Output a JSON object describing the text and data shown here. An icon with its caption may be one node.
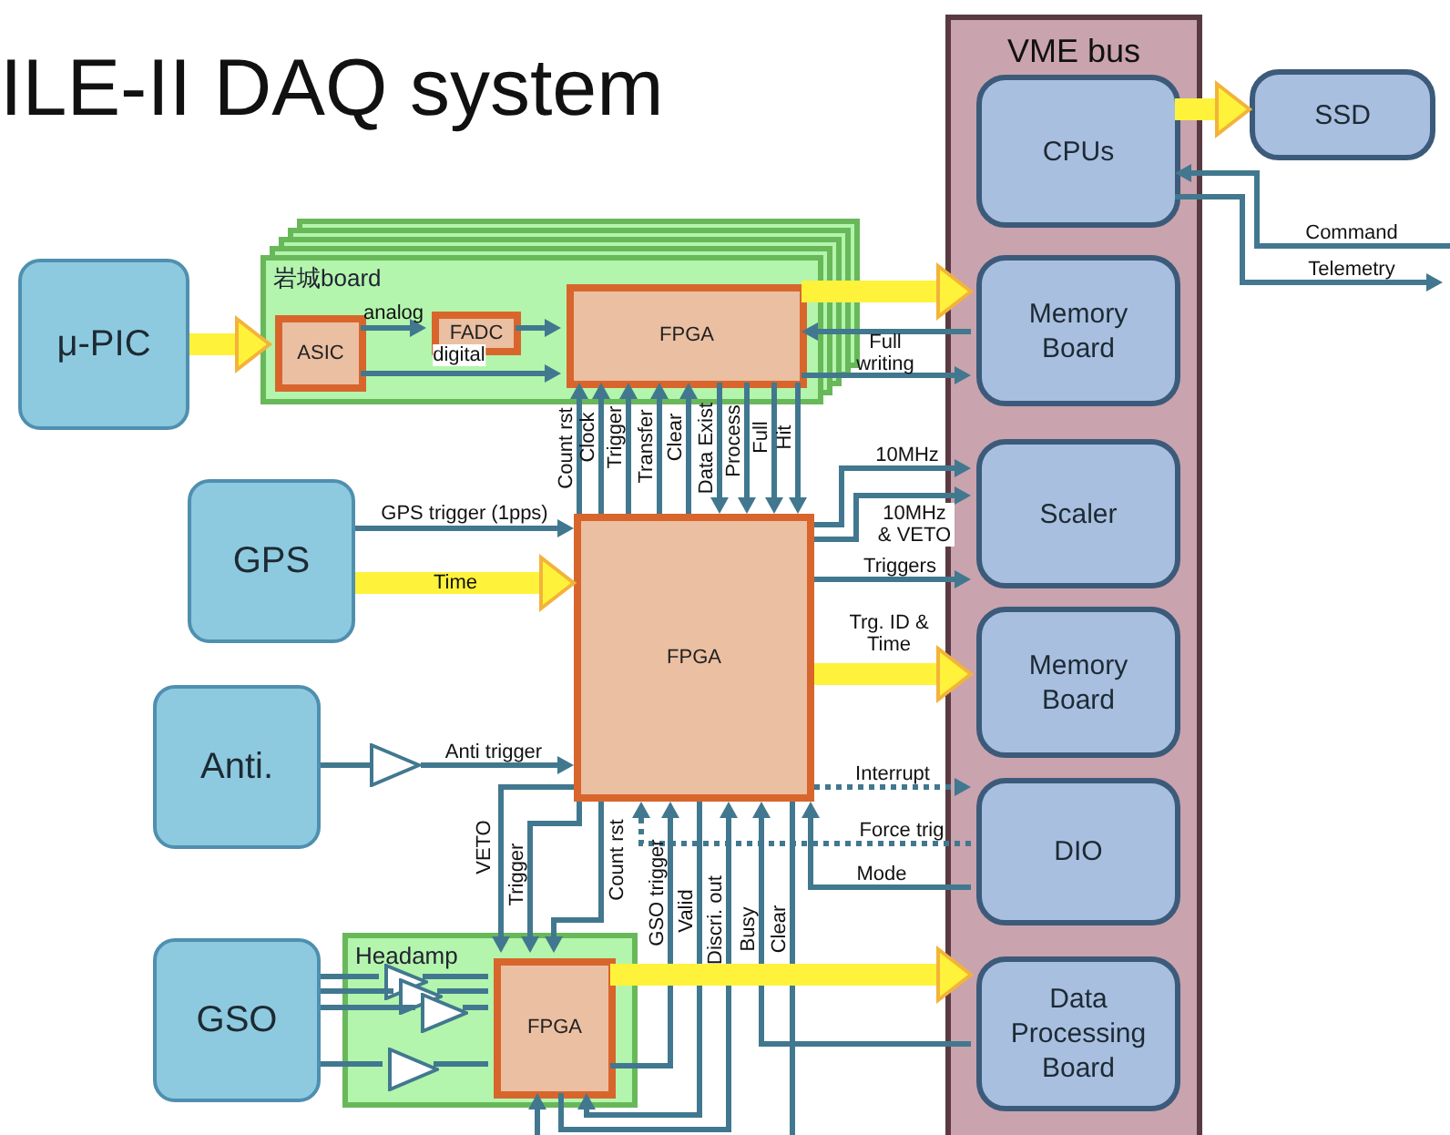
{
  "diagram": {
    "title": "ILE-II DAQ system",
    "nodes": [
      {
        "text": [
          "μ-PIC"
        ]
      },
      {
        "text": [
          "岩城board"
        ]
      },
      {
        "text": [
          "ASIC"
        ],
        "in": 1
      },
      {
        "text": [
          "FADC"
        ],
        "in": 1
      },
      {
        "text": [
          "FPGA"
        ],
        "in": 1
      },
      {
        "text": [
          "GPS"
        ]
      },
      {
        "text": [
          "FPGA"
        ]
      },
      {
        "text": [
          "Anti."
        ]
      },
      {
        "text": [
          "GSO"
        ]
      },
      {
        "text": [
          "Headamp"
        ]
      },
      {
        "text": [
          "FPGA"
        ],
        "in": 9
      },
      {
        "text": [
          "VME bus"
        ]
      },
      {
        "text": [
          "CPUs"
        ],
        "in": 11
      },
      {
        "text": [
          "Memory Board"
        ],
        "in": 11
      },
      {
        "text": [
          "Scaler"
        ],
        "in": 11
      },
      {
        "text": [
          "Memory Board"
        ],
        "in": 11
      },
      {
        "text": [
          "DIO"
        ],
        "in": 11
      },
      {
        "text": [
          "Data Processing Board"
        ],
        "in": 11
      },
      {
        "text": [
          "SSD"
        ]
      },
      {
        "text": [],
        "shape": "triangle"
      },
      {
        "text": [],
        "shape": "triangle",
        "in": 9
      },
      {
        "text": [],
        "shape": "triangle",
        "in": 9
      },
      {
        "text": [],
        "shape": "triangle",
        "in": 9
      },
      {
        "text": [],
        "shape": "triangle",
        "in": 9
      }
    ],
    "edges": [
      {
        "from": 0,
        "to": 2,
        "arrow": "to",
        "style": "thick",
        "color": "#fff23a"
      },
      {
        "from": 2,
        "to": 3,
        "arrow": "to",
        "label": "analog"
      },
      {
        "from": 3,
        "to": 4,
        "arrow": "to"
      },
      {
        "from": 2,
        "to": 4,
        "arrow": "to",
        "label": "digital"
      },
      {
        "from": 4,
        "to": 13,
        "arrow": "to",
        "style": "thick",
        "color": "#fff23a"
      },
      {
        "from": 13,
        "to": 4,
        "arrow": "to",
        "label": "Full writing"
      },
      {
        "from": 4,
        "to": 13,
        "arrow": "to"
      },
      {
        "from": 6,
        "to": 4,
        "arrow": "to",
        "label": "Count rst"
      },
      {
        "from": 6,
        "to": 4,
        "arrow": "to",
        "label": "Clock"
      },
      {
        "from": 6,
        "to": 4,
        "arrow": "to",
        "label": "Trigger"
      },
      {
        "from": 6,
        "to": 4,
        "arrow": "to",
        "label": "Transfer"
      },
      {
        "from": 6,
        "to": 4,
        "arrow": "to",
        "label": "Clear"
      },
      {
        "from": 4,
        "to": 6,
        "arrow": "to",
        "label": "Data Exist"
      },
      {
        "from": 4,
        "to": 6,
        "arrow": "to",
        "label": "Process"
      },
      {
        "from": 4,
        "to": 6,
        "arrow": "to",
        "label": "Full"
      },
      {
        "from": 4,
        "to": 6,
        "arrow": "to",
        "label": "Hit"
      },
      {
        "from": 5,
        "to": 6,
        "arrow": "to",
        "label": "GPS trigger (1pps)"
      },
      {
        "from": 5,
        "to": 6,
        "arrow": "to",
        "label": "Time",
        "style": "thick",
        "color": "#fff23a"
      },
      {
        "from": 6,
        "to": 14,
        "arrow": "to",
        "label": "10MHz"
      },
      {
        "from": 6,
        "to": 14,
        "arrow": "to",
        "label": "10MHz & VETO"
      },
      {
        "from": 6,
        "to": 14,
        "arrow": "to",
        "label": "Triggers"
      },
      {
        "from": 6,
        "to": 15,
        "arrow": "to",
        "label": "Trg. ID & Time",
        "style": "thick",
        "color": "#fff23a"
      },
      {
        "from": 7,
        "to": 19,
        "arrow": "none"
      },
      {
        "from": 19,
        "to": 6,
        "arrow": "to",
        "label": "Anti trigger"
      },
      {
        "from": 6,
        "to": 16,
        "arrow": "to",
        "label": "Interrupt",
        "style": "dashed"
      },
      {
        "from": 16,
        "to": 6,
        "arrow": "to",
        "label": "Force trig",
        "style": "dashed"
      },
      {
        "from": 16,
        "to": 6,
        "arrow": "to",
        "label": "Mode"
      },
      {
        "from": 6,
        "to": 10,
        "arrow": "to",
        "label": "VETO"
      },
      {
        "from": 6,
        "to": 10,
        "arrow": "to",
        "label": "Trigger"
      },
      {
        "from": 6,
        "to": 10,
        "arrow": "to",
        "label": "Count rst"
      },
      {
        "from": 10,
        "to": 6,
        "arrow": "to",
        "label": "GSO trigger"
      },
      {
        "from": 6,
        "to": 10,
        "arrow": "to",
        "label": "Valid"
      },
      {
        "from": 10,
        "to": 6,
        "arrow": "to",
        "label": "Discri. out"
      },
      {
        "from": 17,
        "to": 6,
        "arrow": "to",
        "label": "Busy"
      },
      {
        "from": 6,
        "to": null,
        "arrow": "none",
        "label": "Clear"
      },
      {
        "from": null,
        "to": 10,
        "arrow": "to"
      },
      {
        "from": 10,
        "to": 17,
        "arrow": "to",
        "style": "thick",
        "color": "#fff23a"
      },
      {
        "from": 12,
        "to": 18,
        "arrow": "to",
        "style": "thick",
        "color": "#fff23a"
      },
      {
        "from": null,
        "to": 12,
        "arrow": "to",
        "label": "Command"
      },
      {
        "from": 12,
        "to": null,
        "arrow": "to",
        "label": "Telemetry"
      },
      {
        "from": 8,
        "to": 20,
        "arrow": "none"
      },
      {
        "from": 8,
        "to": 21,
        "arrow": "none"
      },
      {
        "from": 8,
        "to": 22,
        "arrow": "none"
      },
      {
        "from": 8,
        "to": 23,
        "arrow": "none"
      },
      {
        "from": 20,
        "to": 10,
        "arrow": "none"
      },
      {
        "from": 21,
        "to": 10,
        "arrow": "none"
      },
      {
        "from": 22,
        "to": 10,
        "arrow": "none"
      },
      {
        "from": 23,
        "to": 10,
        "arrow": "none"
      }
    ]
  }
}
